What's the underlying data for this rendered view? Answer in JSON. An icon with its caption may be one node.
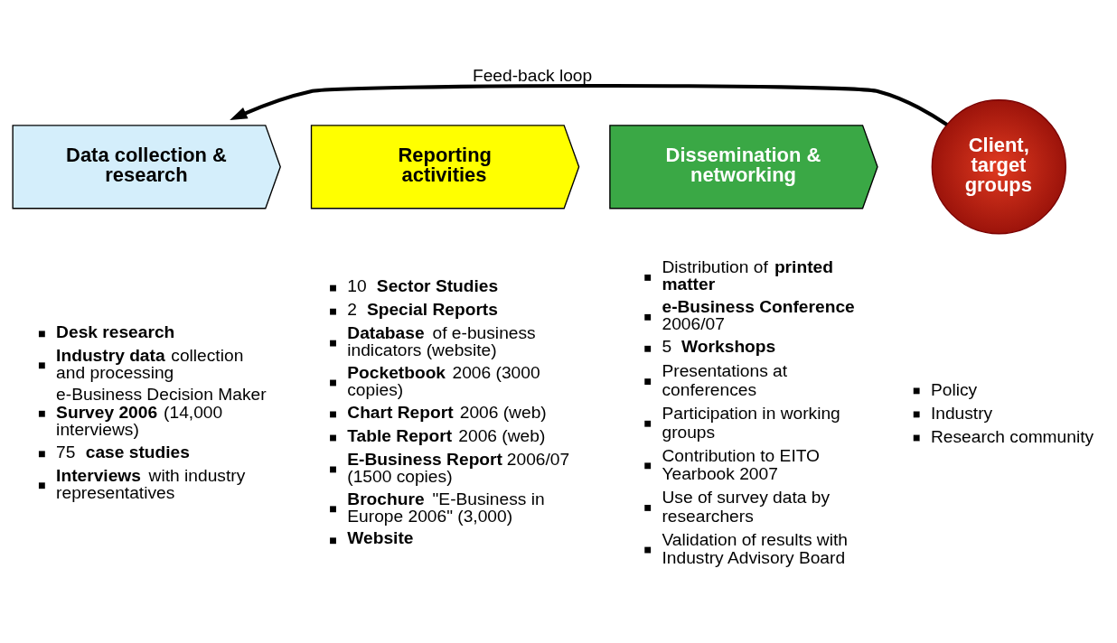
{
  "diagram": {
    "nodes": [
      {
        "text": [
          "Data collection & research"
        ],
        "beside": [
          "**Desk research**",
          "**Industry data** collection and processing",
          "e-Business Decision Maker **Survey 2006** (14,000 interviews)",
          "75 **case studies**",
          "**Interviews** with industry representatives"
        ]
      },
      {
        "text": [
          "Reporting activities"
        ],
        "beside": [
          "10 **Sector Studies**",
          "2 **Special Reports**",
          "**Database** of e-business indicators (website)",
          "**Pocketbook** 2006 (3000 copies)",
          "**Chart Report** 2006 (web)",
          "**Table Report** 2006 (web)",
          "**E-Business Report** 2006/07 (1500 copies)",
          "**Brochure** \"E-Business in Europe 2006\" (3,000)",
          "**Website**"
        ]
      },
      {
        "text": [
          "Dissemination & networking"
        ],
        "beside": [
          "Distribution of **printed matter**",
          "**e-Business Conference** 2006/07",
          "5 **Workshops**",
          "Presentations at conferences",
          "Participation in working groups",
          "Contribution to EITO Yearbook 2007",
          "Use of survey data by researchers",
          "Validation of results with Industry Advisory Board"
        ]
      },
      {
        "text": [
          "Client, target groups"
        ],
        "beside": [
          "Policy",
          "Industry",
          "Research community"
        ]
      }
    ],
    "edges": [
      {
        "from": 3,
        "to": 0,
        "arrow": "to",
        "label": "Feed-back loop"
      }
    ]
  }
}
